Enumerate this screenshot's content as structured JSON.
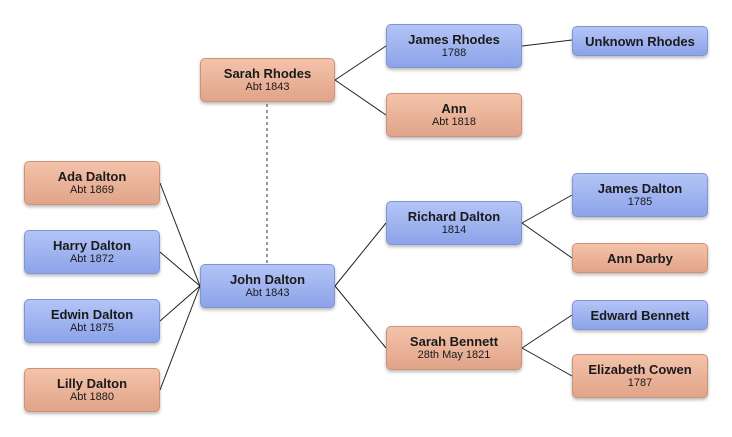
{
  "people": {
    "ada_dalton": {
      "name": "Ada Dalton",
      "date": "Abt 1869",
      "sex": "female"
    },
    "harry_dalton": {
      "name": "Harry Dalton",
      "date": "Abt 1872",
      "sex": "male"
    },
    "edwin_dalton": {
      "name": "Edwin Dalton",
      "date": "Abt 1875",
      "sex": "male"
    },
    "lilly_dalton": {
      "name": "Lilly Dalton",
      "date": "Abt 1880",
      "sex": "female"
    },
    "john_dalton": {
      "name": "John Dalton",
      "date": "Abt 1843",
      "sex": "male"
    },
    "sarah_rhodes": {
      "name": "Sarah Rhodes",
      "date": "Abt 1843",
      "sex": "female"
    },
    "james_rhodes": {
      "name": "James Rhodes",
      "date": "1788",
      "sex": "male"
    },
    "ann": {
      "name": "Ann",
      "date": "Abt 1818",
      "sex": "female"
    },
    "unknown_rhodes": {
      "name": "Unknown Rhodes",
      "date": "",
      "sex": "male"
    },
    "richard_dalton": {
      "name": "Richard Dalton",
      "date": "1814",
      "sex": "male"
    },
    "sarah_bennett": {
      "name": "Sarah Bennett",
      "date": "28th May 1821",
      "sex": "female"
    },
    "james_dalton": {
      "name": "James Dalton",
      "date": "1785",
      "sex": "male"
    },
    "ann_darby": {
      "name": "Ann Darby",
      "date": "",
      "sex": "female"
    },
    "edward_bennett": {
      "name": "Edward Bennett",
      "date": "",
      "sex": "male"
    },
    "elizabeth_cowen": {
      "name": "Elizabeth Cowen",
      "date": "1787",
      "sex": "female"
    }
  },
  "colors": {
    "male": "#9fb3f0",
    "female": "#eab49a",
    "line": "#222222"
  }
}
